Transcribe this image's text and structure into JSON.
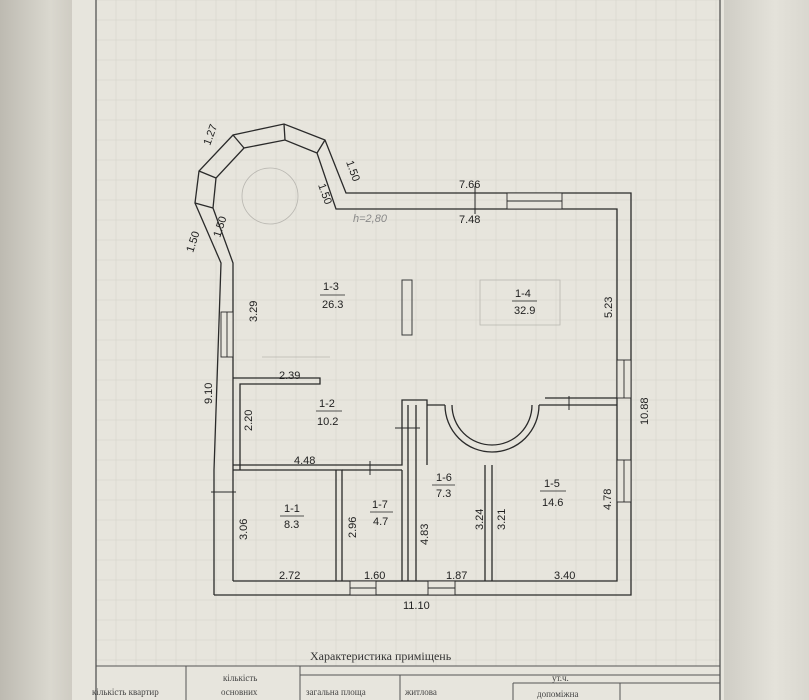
{
  "plan": {
    "ceiling_note": "h=2,80",
    "dims": {
      "bay_seg_1": "1.27",
      "bay_seg_2": "1.50",
      "bay_seg_3": "1.50",
      "bay_seg_4": "1.50",
      "bay_seg_5": "1.50",
      "top_outer": "7.66",
      "top_inner": "7.48",
      "right_upper": "5.23",
      "right_total": "10.88",
      "left_upper": "3.29",
      "left_total": "9.10",
      "partition_1_3": "2.39",
      "room_1_2_height": "2.20",
      "room_1_2_width": "4.48",
      "room_1_1_height": "3.06",
      "room_1_1_width": "2.72",
      "room_1_7_height": "2.96",
      "room_1_7_width": "1.60",
      "room_1_6_height_left": "4.83",
      "room_1_6_height_right": "3.24",
      "room_1_6_width": "1.87",
      "room_1_5_height_left": "3.21",
      "room_1_5_height_right": "4.78",
      "room_1_5_width": "3.40",
      "bottom_total": "11.10"
    },
    "rooms": [
      {
        "id": "1-1",
        "area": "8.3"
      },
      {
        "id": "1-2",
        "area": "10.2"
      },
      {
        "id": "1-3",
        "area": "26.3"
      },
      {
        "id": "1-4",
        "area": "32.9"
      },
      {
        "id": "1-5",
        "area": "14.6"
      },
      {
        "id": "1-6",
        "area": "7.3"
      },
      {
        "id": "1-7",
        "area": "4.7"
      }
    ]
  },
  "table": {
    "caption": "Характеристика приміщень",
    "col_1": "кількість квартир",
    "col_2_line1": "кількість",
    "col_2_line2": "основних",
    "col_3": "загальна площа",
    "col_4": "житлова",
    "col_5_top": "ут.ч.",
    "col_5": "допоміжна"
  }
}
